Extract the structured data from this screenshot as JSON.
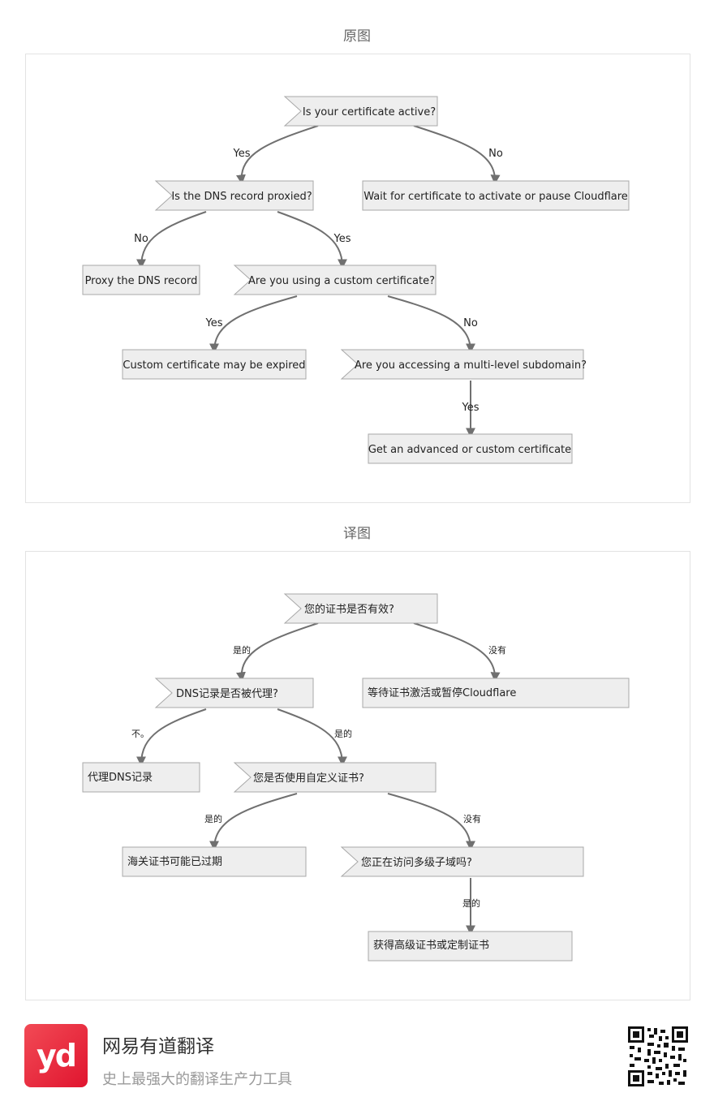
{
  "sections": {
    "original_title": "原图",
    "translated_title": "译图"
  },
  "original": {
    "nodes": {
      "q_cert_active": "Is your certificate active?",
      "wait_cert": "Wait for certificate to activate or pause Cloudflare",
      "q_dns_proxied": "Is the DNS record proxied?",
      "proxy_dns": "Proxy the DNS record",
      "q_custom_cert": "Are you using a custom certificate?",
      "custom_expired": "Custom certificate may be expired",
      "q_multilevel": "Are you accessing a multi-level subdomain?",
      "get_advanced": "Get an advanced or custom certificate"
    },
    "edges": {
      "e1": "Yes",
      "e2": "No",
      "e3": "No",
      "e4": "Yes",
      "e5": "Yes",
      "e6": "No",
      "e7": "Yes"
    }
  },
  "translated": {
    "nodes": {
      "q_cert_active": "您的证书是否有效?",
      "wait_cert": "等待证书激活或暂停Cloudflare",
      "q_dns_proxied": "DNS记录是否被代理?",
      "proxy_dns": "代理DNS记录",
      "q_custom_cert": "您是否使用自定义证书?",
      "custom_expired": "海关证书可能已过期",
      "q_multilevel": "您正在访问多级子域吗?",
      "get_advanced": "获得高级证书或定制证书"
    },
    "edges": {
      "e1": "是的",
      "e2": "没有",
      "e3": "不。",
      "e4": "是的",
      "e5": "是的",
      "e6": "没有",
      "e7": "是的"
    }
  },
  "footer": {
    "logo_text": "yd",
    "brand_name": "网易有道翻译",
    "slogan": "史上最强大的翻译生产力工具",
    "qr_icon": "qr-code-icon"
  }
}
